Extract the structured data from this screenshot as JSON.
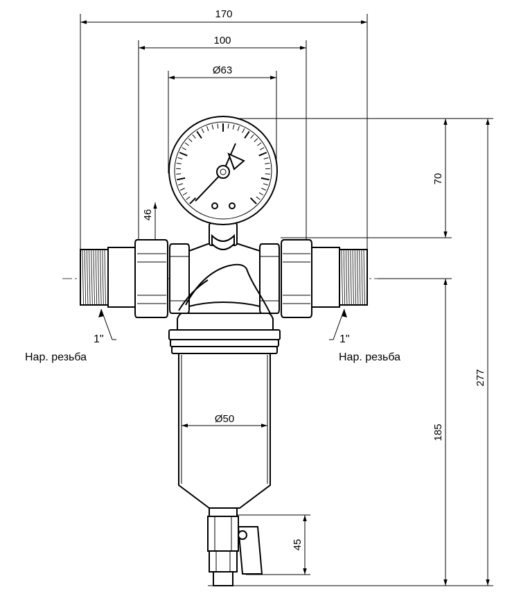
{
  "dimensions": {
    "overall_width": "170",
    "connection_width": "100",
    "gauge_diameter": "Ø63",
    "housing_diameter": "Ø50",
    "gauge_height": "70",
    "nut_height": "46",
    "bottom_height": "185",
    "total_height": "277",
    "drain_height": "45"
  },
  "labels": {
    "left_thread_size": "1\"",
    "right_thread_size": "1\"",
    "left_thread_type": "Нар. резьба",
    "right_thread_type": "Нар. резьба"
  }
}
